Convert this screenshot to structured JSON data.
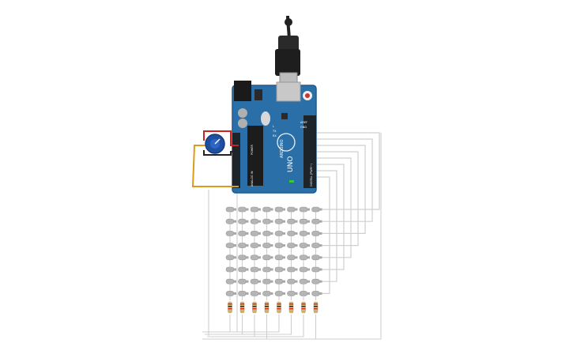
{
  "circuit": {
    "board": {
      "brand": "ARDUINO",
      "model": "UNO",
      "aref_label": "AREF",
      "gnd_label": "GND",
      "digital_label": "DIGITAL (PWM~)",
      "power_label": "POWER",
      "analog_label": "ANALOG IN",
      "tx_label": "TX",
      "rx_label": "RX",
      "l_label": "L",
      "color_board": "#2a6fa8",
      "color_board_edge": "#1f5a8a"
    },
    "potentiometer": {
      "knob_color": "#1f4fa0"
    },
    "led_matrix": {
      "rows": 8,
      "cols": 8,
      "led_color": "#b5b5b5"
    },
    "resistors": {
      "count": 8,
      "band_colors": [
        "#8b4513",
        "#222222",
        "#cc3300",
        "#d4af37"
      ]
    },
    "wires": {
      "power_wire_color": "#cc2222",
      "ground_wire_color": "#222222",
      "signal_wire_color": "#e09a1a",
      "matrix_wire_color": "#cfcfcf"
    },
    "usb_cable": {
      "color": "#222222"
    }
  }
}
